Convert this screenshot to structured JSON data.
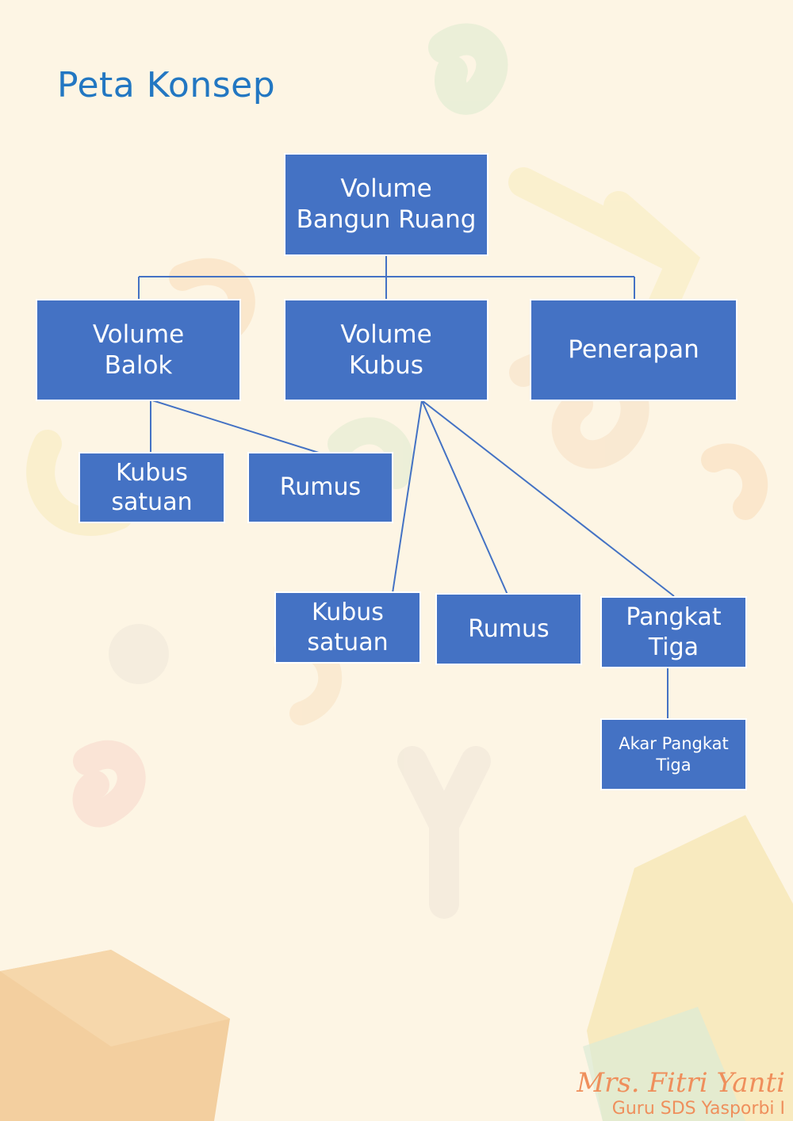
{
  "title": "Peta Konsep",
  "colors": {
    "background": "#fdf5e4",
    "node_fill": "#4472c4",
    "node_text": "#ffffff",
    "connector": "#4472c4",
    "title": "#2277c2",
    "signature": "#ef8f5c"
  },
  "nodes": {
    "root": "Volume\nBangun Ruang",
    "volume_balok": "Volume\nBalok",
    "volume_kubus": "Volume\nKubus",
    "penerapan": "Penerapan",
    "balok_kubus_satuan": "Kubus\nsatuan",
    "balok_rumus": "Rumus",
    "kubus_kubus_satuan": "Kubus\nsatuan",
    "kubus_rumus": "Rumus",
    "pangkat_tiga": "Pangkat\nTiga",
    "akar_pangkat_tiga": "Akar Pangkat\nTiga"
  },
  "edges": [
    [
      "root",
      "volume_balok"
    ],
    [
      "root",
      "volume_kubus"
    ],
    [
      "root",
      "penerapan"
    ],
    [
      "volume_balok",
      "balok_kubus_satuan"
    ],
    [
      "volume_balok",
      "balok_rumus"
    ],
    [
      "volume_kubus",
      "kubus_kubus_satuan"
    ],
    [
      "volume_kubus",
      "kubus_rumus"
    ],
    [
      "volume_kubus",
      "pangkat_tiga"
    ],
    [
      "pangkat_tiga",
      "akar_pangkat_tiga"
    ]
  ],
  "signature": {
    "name": "Mrs. Fitri Yanti",
    "role": "Guru SDS Yasporbi I"
  }
}
